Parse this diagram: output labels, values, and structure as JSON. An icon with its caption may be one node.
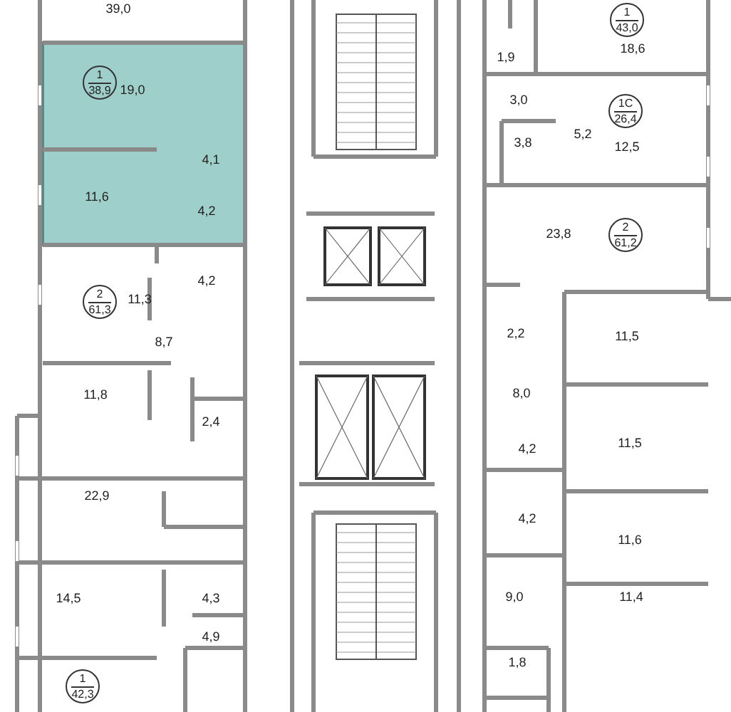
{
  "diagram": {
    "nodes": [
      {
        "text": [
          "1",
          "38,9"
        ]
      },
      {
        "text": [
          "2",
          "61,3"
        ]
      },
      {
        "text": [
          "1",
          "42,3"
        ]
      },
      {
        "text": [
          "1",
          "43,0"
        ]
      },
      {
        "text": [
          "1С",
          "26,4"
        ]
      },
      {
        "text": [
          "2",
          "61,2"
        ]
      }
    ],
    "labels": [
      "39,0",
      "18,6",
      "19,0",
      "1,9",
      "3,0",
      "4,1",
      "3,8",
      "5,2",
      "12,5",
      "11,6",
      "4,2",
      "4,2",
      "23,8",
      "11,3",
      "8,7",
      "2,2",
      "11,5",
      "11,8",
      "2,4",
      "8,0",
      "11,5",
      "4,2",
      "22,9",
      "4,2",
      "11,6",
      "14,5",
      "4,3",
      "9,0",
      "11,4",
      "4,9",
      "1,8"
    ]
  }
}
